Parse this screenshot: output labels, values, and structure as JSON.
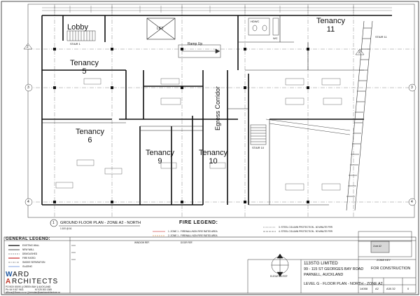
{
  "rooms": {
    "lobby": "Lobby",
    "tenancy5_a": "Tenancy",
    "tenancy5_b": "5",
    "tenancy6_a": "Tenancy",
    "tenancy6_b": "6",
    "tenancy9_a": "Tenancy",
    "tenancy9_b": "9",
    "tenancy10_a": "Tenancy",
    "tenancy10_b": "10",
    "tenancy11_a": "Tenancy",
    "tenancy11_b": "11",
    "corridor": "Egress Corridor",
    "lift": "LIFT",
    "ramp": "Ramp Up",
    "stair1": "STAIR 1",
    "stair10": "STAIR 10",
    "stair11": "STAIR 11",
    "hdwc": "HDWC",
    "wc": "WC"
  },
  "grid": {
    "row_left": [
      "2",
      "3",
      "4"
    ],
    "row_right": [
      "2",
      "3",
      "4"
    ]
  },
  "plan_title": {
    "number": "1",
    "text": "GROUND FLOOR PLAN - ZONE A2 - NORTH",
    "scale": "1:100 @ A1"
  },
  "fire_legend": {
    "title": "FIRE LEGEND:",
    "items": [
      "1. ZONE 1 - FIREWALL/NON FIRE RATED AREA",
      "2. ZONE 1 - FIREWALL NON FIRE RATED AREA",
      "3. STEEL COLUMN PROTECTION - 60 MINUTE FRR",
      "4. STEEL COLUMN PROTECTION - 90 MINUTE FRR"
    ]
  },
  "general_legend": {
    "title": "GENERAL LEGEND:",
    "items": [
      "EXISTING WALL",
      "NEW WALL",
      "DEMOLISHED",
      "FIRE RATED",
      "SMOKE SEPARATION",
      "GLAZING"
    ]
  },
  "window_ref": "WINDOW REF.",
  "door_ref": "DOOR REF.",
  "elevation_ref": "ELEVATION REF",
  "firm": {
    "logo_letters": [
      "W",
      "A"
    ],
    "name_line1": "ARD",
    "name_line2": "RCHITECTS",
    "address": "PO BOX 80190  ||  GREEN BAY  ||  AUCKLAND",
    "phone": "Ph: 64 9 817 9611",
    "mobile": "M: 025 303 1365",
    "email": "ARoss@2trans.co.nz  ||  brendan@wardaarchitecture.nz"
  },
  "project": {
    "client": "113STG LIMITED",
    "address1": "99 - 115 ST GEORGES BAY ROAD",
    "address2": "PARNELL, AUCKLAND",
    "sheet_title": "LEVEL G - FLOOR PLAN - NORTH - ZONE A2"
  },
  "zone_key": {
    "label": "ZONE KEY",
    "zone": "Zone A2"
  },
  "issue": {
    "status": "FOR CONSTRUCTION",
    "job": "14058",
    "size": "A2",
    "sheet": "A30.32",
    "revision": "0"
  }
}
